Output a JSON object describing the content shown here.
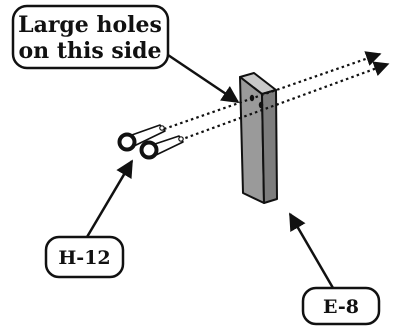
{
  "callouts": {
    "holes_note": {
      "line1": "Large holes",
      "line2": "on this side"
    },
    "part_h12": {
      "label": "H-12"
    },
    "part_e8": {
      "label": "E-8"
    }
  },
  "colors": {
    "ink": "#111111",
    "board_front": "#9a9a9a",
    "board_side": "#7d7d7d",
    "board_top": "#c9c9c9",
    "background": "#ffffff"
  }
}
